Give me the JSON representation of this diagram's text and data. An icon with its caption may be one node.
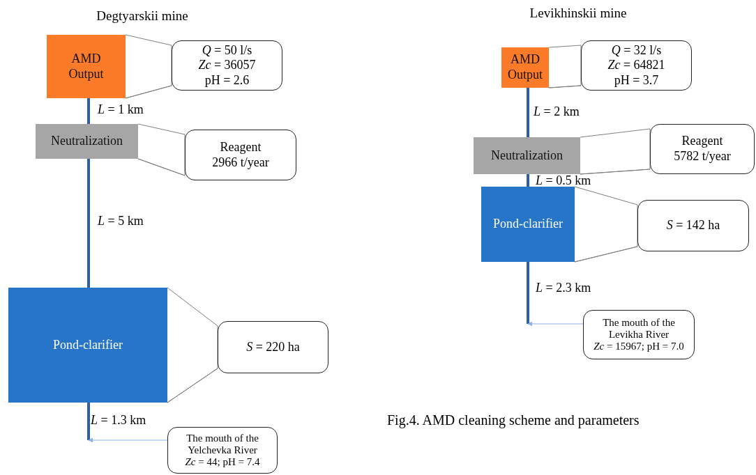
{
  "diagram": {
    "caption": "Fig.4. AMD cleaning scheme and parameters",
    "nodes": [
      {
        "text": [
          "AMD Output"
        ]
      },
      {
        "text": [
          "*Q* = 50 l/s",
          "*Zc* = 36057",
          "pH = 2.6"
        ]
      },
      {
        "text": [
          "Neutralization"
        ]
      },
      {
        "text": [
          "Reagent",
          "2966 t/year"
        ]
      },
      {
        "text": [
          "Pond-clarifier"
        ]
      },
      {
        "text": [
          "*S* = 220 ha"
        ]
      },
      {
        "text": [
          "The mouth of the Yelchevka River",
          "*Zc* = 44; pH = 7.4"
        ]
      },
      {
        "text": [
          "AMD Output"
        ]
      },
      {
        "text": [
          "*Q* = 32 l/s",
          "*Zc* = 64821",
          "pH = 3.7"
        ]
      },
      {
        "text": [
          "Neutralization"
        ]
      },
      {
        "text": [
          "Reagent",
          "5782 t/year"
        ]
      },
      {
        "text": [
          "Pond-clarifier"
        ]
      },
      {
        "text": [
          "*S* = 142 ha"
        ]
      },
      {
        "text": [
          "The mouth of the Levikha River",
          "*Zc* = 15967; pH = 7.0"
        ]
      }
    ],
    "edges": [
      {
        "from": 0,
        "to": 1,
        "arrow": "none"
      },
      {
        "from": 0,
        "to": 2,
        "arrow": "none",
        "label": "*L* = 1 km",
        "style": "thick",
        "color": "#2e5fa8"
      },
      {
        "from": 2,
        "to": 3,
        "arrow": "none"
      },
      {
        "from": 2,
        "to": 4,
        "arrow": "none",
        "label": "*L* = 5 km",
        "style": "thick",
        "color": "#2e5fa8"
      },
      {
        "from": 4,
        "to": 5,
        "arrow": "none"
      },
      {
        "from": 4,
        "to": null,
        "arrow": "none",
        "label": "*L* = 1.3 km",
        "style": "thick",
        "color": "#2e5fa8"
      },
      {
        "from": 6,
        "to": null,
        "arrow": "to",
        "color": "#8fb0e0"
      },
      {
        "from": 7,
        "to": 8,
        "arrow": "none"
      },
      {
        "from": 7,
        "to": 9,
        "arrow": "none",
        "label": "*L* = 2 km",
        "style": "thick",
        "color": "#2e5fa8"
      },
      {
        "from": 9,
        "to": 10,
        "arrow": "none"
      },
      {
        "from": 9,
        "to": 11,
        "arrow": "none",
        "label": "*L* = 0.5 km",
        "style": "thick",
        "color": "#2e5fa8"
      },
      {
        "from": 11,
        "to": 12,
        "arrow": "none"
      },
      {
        "from": 11,
        "to": null,
        "arrow": "none",
        "label": "*L* = 2.3 km",
        "style": "thick",
        "color": "#2e5fa8"
      },
      {
        "from": 13,
        "to": null,
        "arrow": "to",
        "color": "#8fb0e0"
      }
    ],
    "labels": [
      "Degtyarskii mine",
      "Levikhinskii mine"
    ]
  }
}
